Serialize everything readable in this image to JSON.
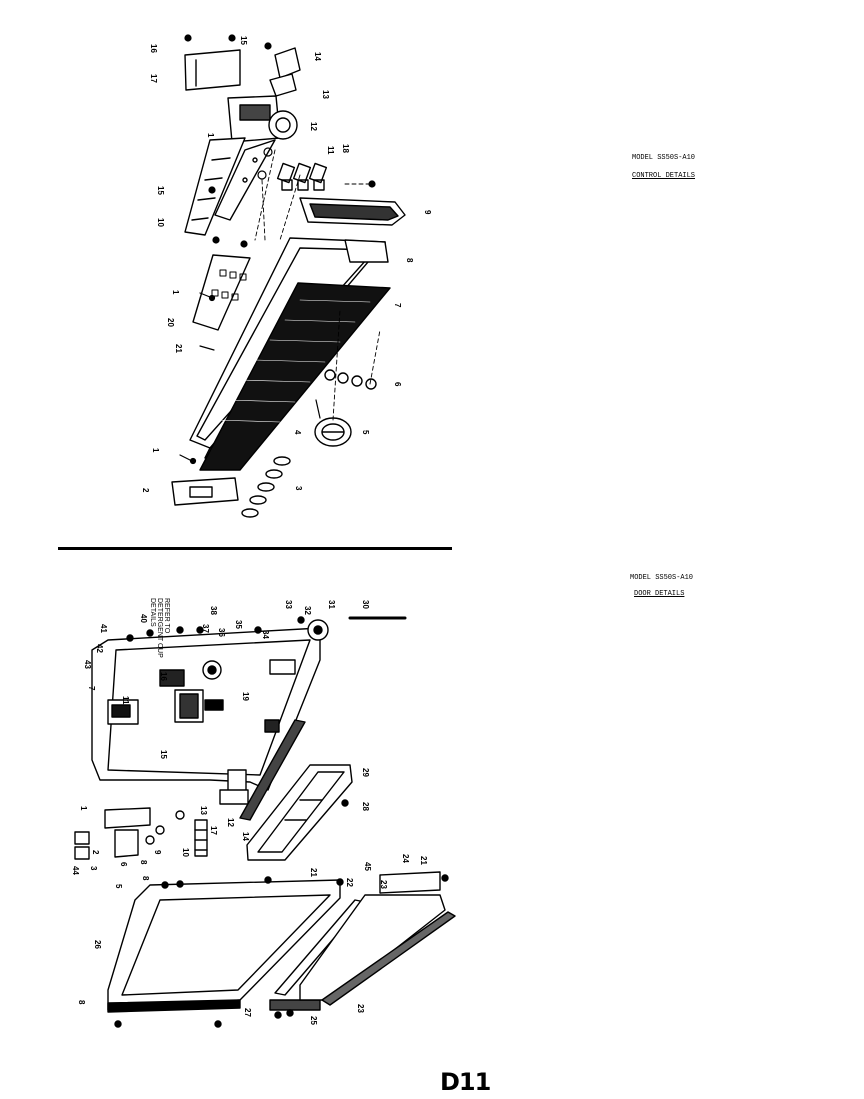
{
  "control_section": {
    "model_label": "MODEL SS50S-A10",
    "title": "CONTROL DETAILS",
    "callouts": [
      "16",
      "15",
      "14",
      "17",
      "13",
      "1",
      "12",
      "11",
      "18",
      "15",
      "10",
      "9",
      "8",
      "7",
      "1",
      "20",
      "21",
      "6",
      "5",
      "4",
      "1",
      "2",
      "3"
    ]
  },
  "door_section": {
    "model_label": "MODEL SS50S-A10",
    "title": "DOOR DETAILS",
    "detergent_note": "REFER TO DETERGENT CUP DETAILS",
    "callouts": [
      "40",
      "38",
      "41",
      "42",
      "43",
      "7",
      "11",
      "15",
      "37",
      "36",
      "35",
      "34",
      "33",
      "32",
      "31",
      "30",
      "16",
      "19",
      "29",
      "28",
      "14",
      "12",
      "17",
      "13",
      "10",
      "9",
      "8",
      "6",
      "5",
      "3",
      "2",
      "1",
      "44",
      "21",
      "22",
      "23",
      "24",
      "45",
      "21",
      "26",
      "27",
      "25",
      "23",
      "8",
      "8"
    ]
  },
  "page_number": "D11"
}
